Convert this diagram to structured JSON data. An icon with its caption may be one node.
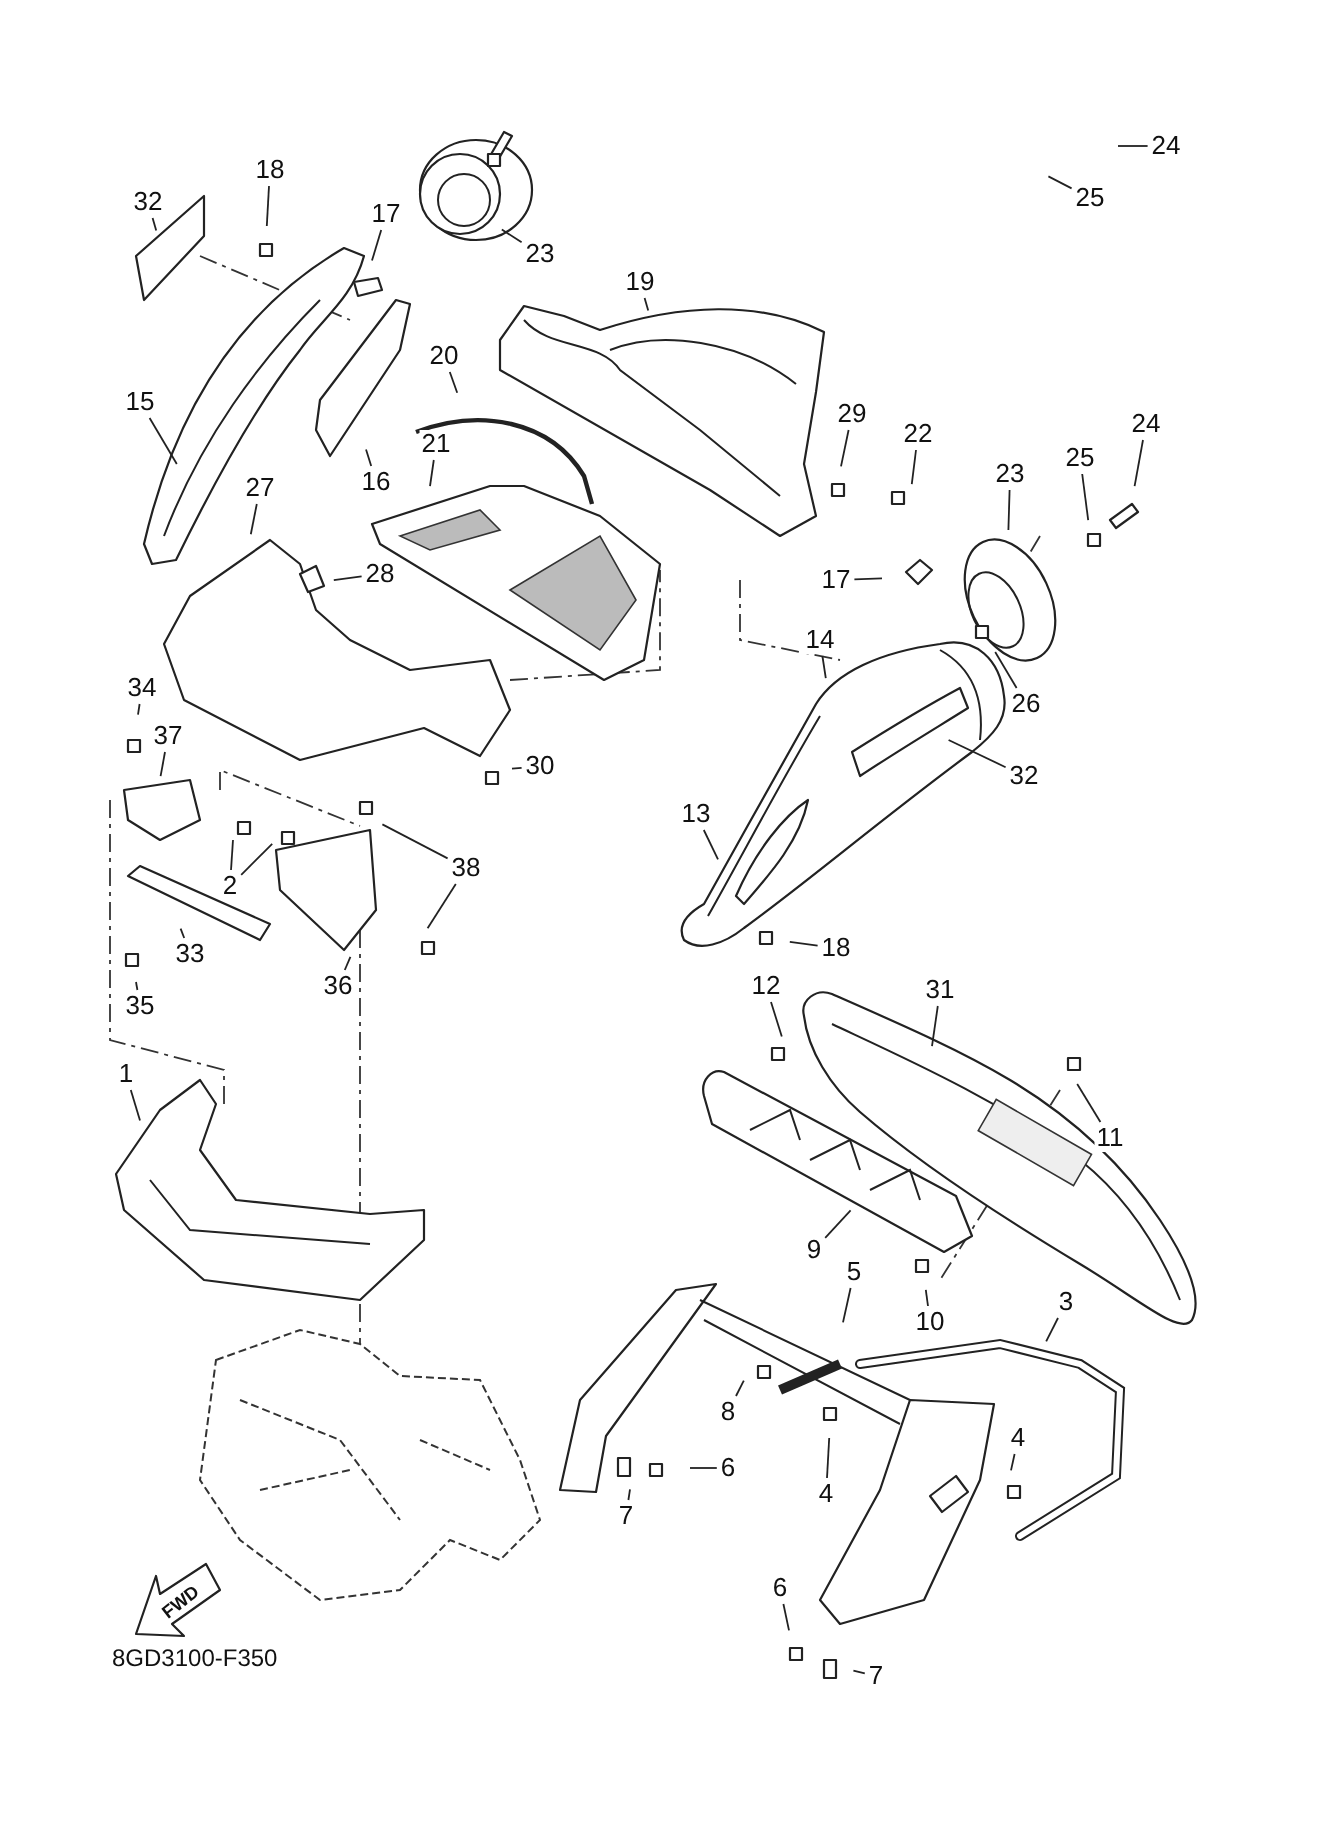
{
  "diagram": {
    "nodes": [
      {
        "text": [
          "24"
        ]
      },
      {
        "text": [
          "18"
        ]
      },
      {
        "text": [
          "25"
        ]
      },
      {
        "text": [
          "32"
        ]
      },
      {
        "text": [
          "17"
        ]
      },
      {
        "text": [
          "23"
        ]
      },
      {
        "text": [
          "19"
        ]
      },
      {
        "text": [
          "20"
        ]
      },
      {
        "text": [
          "15"
        ]
      },
      {
        "text": [
          "29"
        ]
      },
      {
        "text": [
          "24"
        ]
      },
      {
        "text": [
          "22"
        ]
      },
      {
        "text": [
          "21"
        ]
      },
      {
        "text": [
          "25"
        ]
      },
      {
        "text": [
          "23"
        ]
      },
      {
        "text": [
          "16"
        ]
      },
      {
        "text": [
          "27"
        ]
      },
      {
        "text": [
          "28"
        ]
      },
      {
        "text": [
          "17"
        ]
      },
      {
        "text": [
          "14"
        ]
      },
      {
        "text": [
          "34"
        ]
      },
      {
        "text": [
          "26"
        ]
      },
      {
        "text": [
          "37"
        ]
      },
      {
        "text": [
          "30"
        ]
      },
      {
        "text": [
          "32"
        ]
      },
      {
        "text": [
          "13"
        ]
      },
      {
        "text": [
          "38"
        ]
      },
      {
        "text": [
          "2"
        ]
      },
      {
        "text": [
          "33"
        ]
      },
      {
        "text": [
          "18"
        ]
      },
      {
        "text": [
          "12"
        ]
      },
      {
        "text": [
          "36"
        ]
      },
      {
        "text": [
          "31"
        ]
      },
      {
        "text": [
          "35"
        ]
      },
      {
        "text": [
          "1"
        ]
      },
      {
        "text": [
          "11"
        ]
      },
      {
        "text": [
          "9"
        ]
      },
      {
        "text": [
          "5"
        ]
      },
      {
        "text": [
          "3"
        ]
      },
      {
        "text": [
          "10"
        ]
      },
      {
        "text": [
          "8"
        ]
      },
      {
        "text": [
          "4"
        ]
      },
      {
        "text": [
          "6"
        ]
      },
      {
        "text": [
          "4"
        ]
      },
      {
        "text": [
          "7"
        ]
      },
      {
        "text": [
          "6"
        ]
      },
      {
        "text": [
          "7"
        ]
      }
    ],
    "edges": [
      {
        "from": 0,
        "to": null,
        "arrow": "none"
      },
      {
        "from": 1,
        "to": null,
        "arrow": "none"
      },
      {
        "from": 2,
        "to": null,
        "arrow": "none"
      },
      {
        "from": 3,
        "to": null,
        "arrow": "none"
      },
      {
        "from": 4,
        "to": null,
        "arrow": "none"
      },
      {
        "from": 5,
        "to": null,
        "arrow": "none"
      },
      {
        "from": 6,
        "to": null,
        "arrow": "none"
      },
      {
        "from": 7,
        "to": null,
        "arrow": "none"
      },
      {
        "from": 8,
        "to": null,
        "arrow": "none"
      },
      {
        "from": 9,
        "to": null,
        "arrow": "none"
      },
      {
        "from": 10,
        "to": null,
        "arrow": "none"
      },
      {
        "from": 11,
        "to": null,
        "arrow": "none"
      },
      {
        "from": 12,
        "to": null,
        "arrow": "none"
      },
      {
        "from": 13,
        "to": null,
        "arrow": "none"
      },
      {
        "from": 14,
        "to": null,
        "arrow": "none"
      },
      {
        "from": 15,
        "to": null,
        "arrow": "none"
      },
      {
        "from": 16,
        "to": null,
        "arrow": "none"
      },
      {
        "from": 17,
        "to": null,
        "arrow": "none"
      },
      {
        "from": 18,
        "to": null,
        "arrow": "none"
      },
      {
        "from": 19,
        "to": null,
        "arrow": "none"
      },
      {
        "from": 20,
        "to": null,
        "arrow": "none"
      },
      {
        "from": 21,
        "to": null,
        "arrow": "none"
      },
      {
        "from": 22,
        "to": null,
        "arrow": "none"
      },
      {
        "from": 23,
        "to": null,
        "arrow": "none"
      },
      {
        "from": 24,
        "to": null,
        "arrow": "none"
      },
      {
        "from": 25,
        "to": null,
        "arrow": "none"
      },
      {
        "from": 26,
        "to": null,
        "arrow": "none"
      },
      {
        "from": 26,
        "to": null,
        "arrow": "none"
      },
      {
        "from": 27,
        "to": null,
        "arrow": "none"
      },
      {
        "from": 27,
        "to": null,
        "arrow": "none"
      },
      {
        "from": 28,
        "to": null,
        "arrow": "none"
      },
      {
        "from": 29,
        "to": null,
        "arrow": "none"
      },
      {
        "from": 30,
        "to": null,
        "arrow": "none"
      },
      {
        "from": 31,
        "to": null,
        "arrow": "none"
      },
      {
        "from": 32,
        "to": null,
        "arrow": "none"
      },
      {
        "from": 33,
        "to": null,
        "arrow": "none"
      },
      {
        "from": 34,
        "to": null,
        "arrow": "none"
      },
      {
        "from": 35,
        "to": null,
        "arrow": "none"
      },
      {
        "from": 36,
        "to": null,
        "arrow": "none"
      },
      {
        "from": 37,
        "to": null,
        "arrow": "none"
      },
      {
        "from": 38,
        "to": null,
        "arrow": "none"
      },
      {
        "from": 39,
        "to": null,
        "arrow": "none"
      },
      {
        "from": 40,
        "to": null,
        "arrow": "none"
      },
      {
        "from": 41,
        "to": null,
        "arrow": "none"
      },
      {
        "from": 42,
        "to": null,
        "arrow": "none"
      },
      {
        "from": 43,
        "to": null,
        "arrow": "none"
      },
      {
        "from": 44,
        "to": null,
        "arrow": "none"
      },
      {
        "from": 45,
        "to": null,
        "arrow": "none"
      },
      {
        "from": 46,
        "to": null,
        "arrow": "none"
      }
    ],
    "labels": [
      "FWD",
      "8GD3100-F350"
    ]
  }
}
